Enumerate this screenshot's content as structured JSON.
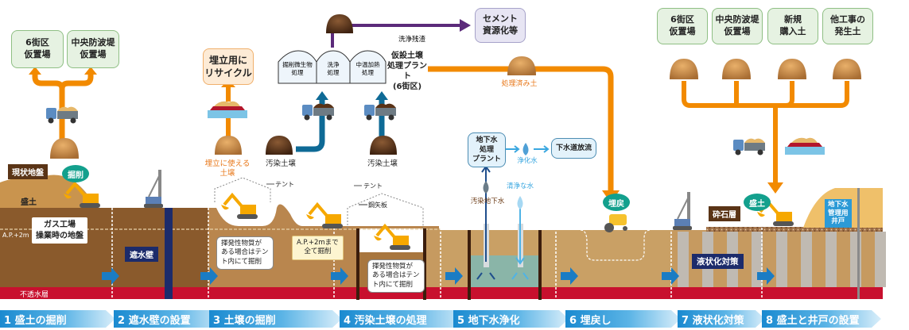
{
  "step1": {
    "destinations": [
      "6街区\n仮置場",
      "中央防波堤\n仮置場"
    ],
    "current_ground_label": "現状地盤",
    "fill_label": "盛土",
    "excavation_badge": "掘削",
    "gas_plant_ground_label": "ガス工場\n操業時の地盤",
    "ap_label": "A.P.+2m",
    "impermeable_layer_label": "不透水層"
  },
  "step2": {
    "cutoff_wall_label": "遮水壁"
  },
  "step3": {
    "recycle_box": "埋立用に\nリサイクル",
    "reclaim_soil_label": "埋立に使える\n土壌",
    "tent_label": "テント",
    "volatile_note": "揮発性物質が\nある場合はテン\nト内にて掘削",
    "ap_note": "A.P.+2mまで\n全て掘削"
  },
  "step4": {
    "contaminated_soil_label": "汚染土壌",
    "tent_label": "テント",
    "sheet_pile_label": "鋼矢板",
    "volatile_note": "揮発性物質が\nある場合はテン\nト内にて掘削",
    "plant": {
      "modules": [
        "掘削微生物\n処理",
        "洗浄\n処理",
        "中温加熱\n処理"
      ],
      "title": "仮設土壌\n処理プラント\n(6街区)"
    },
    "wash_residue_label": "洗浄残渣",
    "cement_box": "セメント\n資源化等",
    "treated_soil_label": "処理済み土"
  },
  "step5": {
    "gw_plant_box": "地下水\n処理\nプラント",
    "purified_water_label": "浄化水",
    "sewer_box": "下水道放流",
    "contaminated_gw_label": "汚染地下水",
    "clean_water_label": "清浄な水"
  },
  "step6": {
    "backfill_badge": "埋戻"
  },
  "step7": {
    "gravel_label": "砕石層",
    "liquefaction_label": "液状化対策"
  },
  "step8": {
    "sources": [
      "6街区\n仮置場",
      "中央防波堤\n仮置場",
      "新規\n購入土",
      "他工事の\n発生土"
    ],
    "fill_badge": "盛土",
    "well_label": "地下水\n管理用\n井戸"
  },
  "steps": [
    {
      "num": "1",
      "label": "盛土の掘削"
    },
    {
      "num": "2",
      "label": "遮水壁の設置"
    },
    {
      "num": "3",
      "label": "土壌の掘削"
    },
    {
      "num": "4",
      "label": "汚染土壌の処理"
    },
    {
      "num": "5",
      "label": "地下水浄化"
    },
    {
      "num": "6",
      "label": "埋戻し"
    },
    {
      "num": "7",
      "label": "液状化対策"
    },
    {
      "num": "8",
      "label": "盛土と井戸の設置"
    }
  ],
  "colors": {
    "orange_flow": "#f28a00",
    "purple_flow": "#5b2a7a",
    "blue_flow": "#0e6a96",
    "soil_dark": "#8a5a2c",
    "soil_light": "#c79a60",
    "impermeable": "#c8102e",
    "step_blue": "#1a8ad0"
  }
}
